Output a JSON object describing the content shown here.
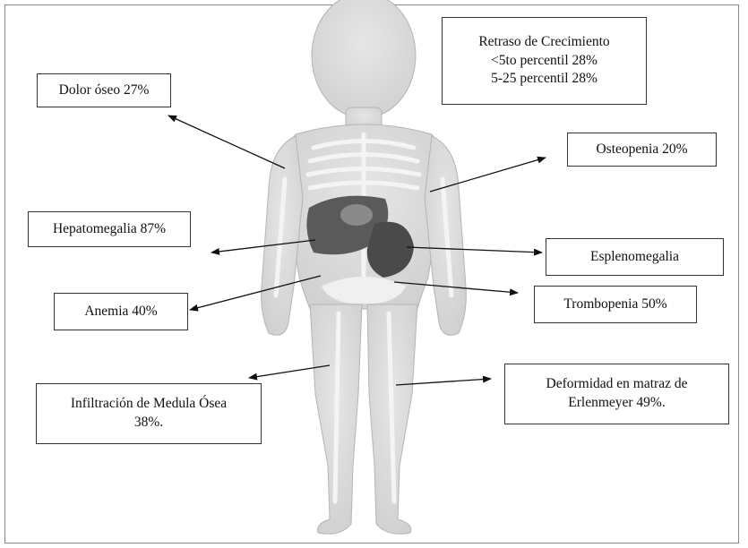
{
  "labels": {
    "growth": {
      "title": "Retraso de Crecimiento",
      "line1": "<5to percentil 28%",
      "line2": "5-25 percentil 28%"
    },
    "bone_pain": "Dolor óseo 27%",
    "osteopenia": "Osteopenia 20%",
    "hepatomegaly": "Hepatomegalia 87%",
    "splenomegaly": "Esplenomegalia",
    "anemia": "Anemia 40%",
    "thrombopenia": "Trombopenia 50%",
    "marrow": {
      "line1": "Infiltración de Medula Ósea",
      "line2": "38%."
    },
    "erlenmeyer": {
      "line1": "Deformidad en matraz de",
      "line2": "Erlenmeyer 49%."
    }
  },
  "colors": {
    "body": "#dcdcdc",
    "body_outline": "#b5b5b5",
    "bone": "#f2f2f2",
    "organ_dark": "#4a4a4a",
    "arrow": "#111111"
  }
}
